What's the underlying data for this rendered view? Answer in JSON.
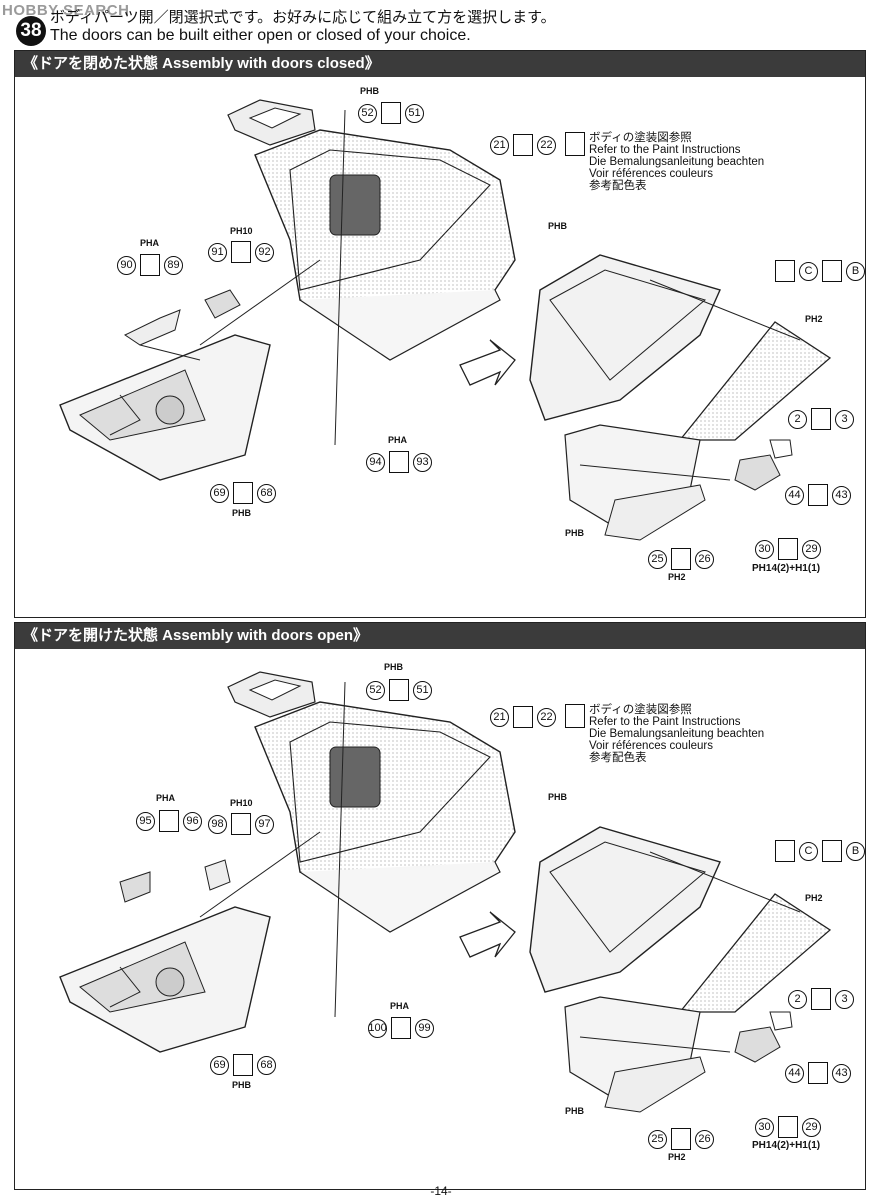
{
  "watermark": "HOBBY SEARCH",
  "step_number": "38",
  "header_jp": "ボディパーツ開／閉選択式です。お好みに応じて組み立て方を選択します。",
  "header_en": "The doors can be built either open or closed of your choice.",
  "sections": [
    {
      "title": "《ドアを閉めた状態 Assembly with doors closed》",
      "refs": {
        "r1": "52",
        "r1b": "51",
        "r2": "21",
        "r2b": "22",
        "r3": "91",
        "r3b": "92",
        "r4": "90",
        "r4b": "89",
        "r5": "94",
        "r5b": "93",
        "r6": "69",
        "r6b": "68",
        "r7": "2",
        "r7b": "3",
        "r8": "44",
        "r8b": "43",
        "r9": "30",
        "r9b": "29",
        "r10": "25",
        "r10b": "26"
      },
      "ph_labels": {
        "top": "PHB",
        "mid": "PH10",
        "left": "PHA",
        "base": "PHB",
        "rear": "PHB",
        "cockpit": "PHA",
        "dr": "PH2",
        "sidem": "PHB",
        "bot": "PH2",
        "cb": "C",
        "cb2": "B"
      },
      "glue": "PH14(2)+H1(1)"
    },
    {
      "title": "《ドアを開けた状態 Assembly with doors open》",
      "refs": {
        "r1": "52",
        "r1b": "51",
        "r2": "21",
        "r2b": "22",
        "r3": "98",
        "r3b": "97",
        "r4": "95",
        "r4b": "96",
        "r5": "100",
        "r5b": "99",
        "r6": "69",
        "r6b": "68",
        "r7": "2",
        "r7b": "3",
        "r8": "44",
        "r8b": "43",
        "r9": "30",
        "r9b": "29",
        "r10": "25",
        "r10b": "26"
      },
      "glue": "PH14(2)+H1(1)"
    }
  ],
  "paint_text": [
    "ボディの塗装図参照",
    "Refer to the Paint Instructions",
    "Die Bemalungsanleitung beachten",
    "Voir références couleurs",
    "参考配色表"
  ],
  "ph": {
    "b": "PHB",
    "a": "PHA",
    "ten": "PH10",
    "two": "PH2"
  },
  "cb": {
    "c": "C",
    "b": "B"
  },
  "footer": "-14-"
}
